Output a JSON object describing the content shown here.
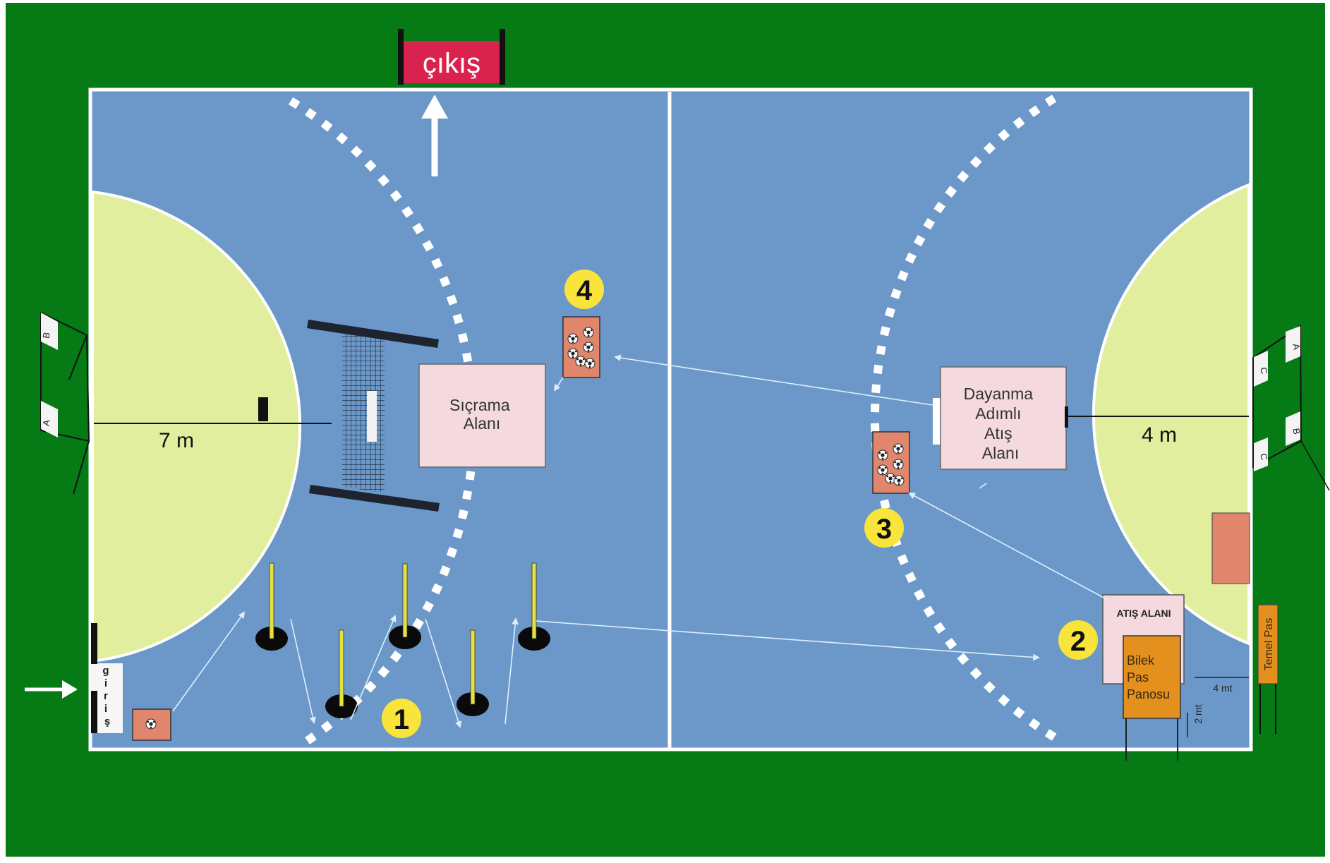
{
  "colors": {
    "grass": "#067A14",
    "court": "#6B98C9",
    "zone": "#E0EE9E",
    "lines": "#FFFFFF",
    "exit_sign": "#D9234E",
    "box_fill": "#F4D9DF",
    "ball_box": "#E0866C",
    "orange_board": "#E3901F",
    "badge": "#F8E43A"
  },
  "labels": {
    "exit": "çıkış",
    "entry_letters": [
      "g",
      "i",
      "r",
      "i",
      "ş"
    ],
    "left_distance": "7 m",
    "right_distance": "4 m",
    "jump_area": [
      "Sıçrama",
      "Alanı"
    ],
    "support_step_area": [
      "Dayanma",
      "Adımlı",
      "Atış",
      "Alanı"
    ],
    "shot_area": "ATIŞ ALANI",
    "wrist_pass_board": [
      "Bilek",
      "Pas",
      "Panosu"
    ],
    "basic_pass": "Temel Pas",
    "dim_4mt": "4 mt",
    "dim_2mt": "2 mt",
    "left_targets": [
      "B",
      "A"
    ],
    "right_targets": [
      "A",
      "C",
      "B",
      "C"
    ]
  },
  "stations": [
    "1",
    "2",
    "3",
    "4"
  ],
  "icons": [
    "entry-arrow-icon",
    "exit-arrow-icon",
    "soccer-ball-icon",
    "hurdle-pole-icon"
  ]
}
